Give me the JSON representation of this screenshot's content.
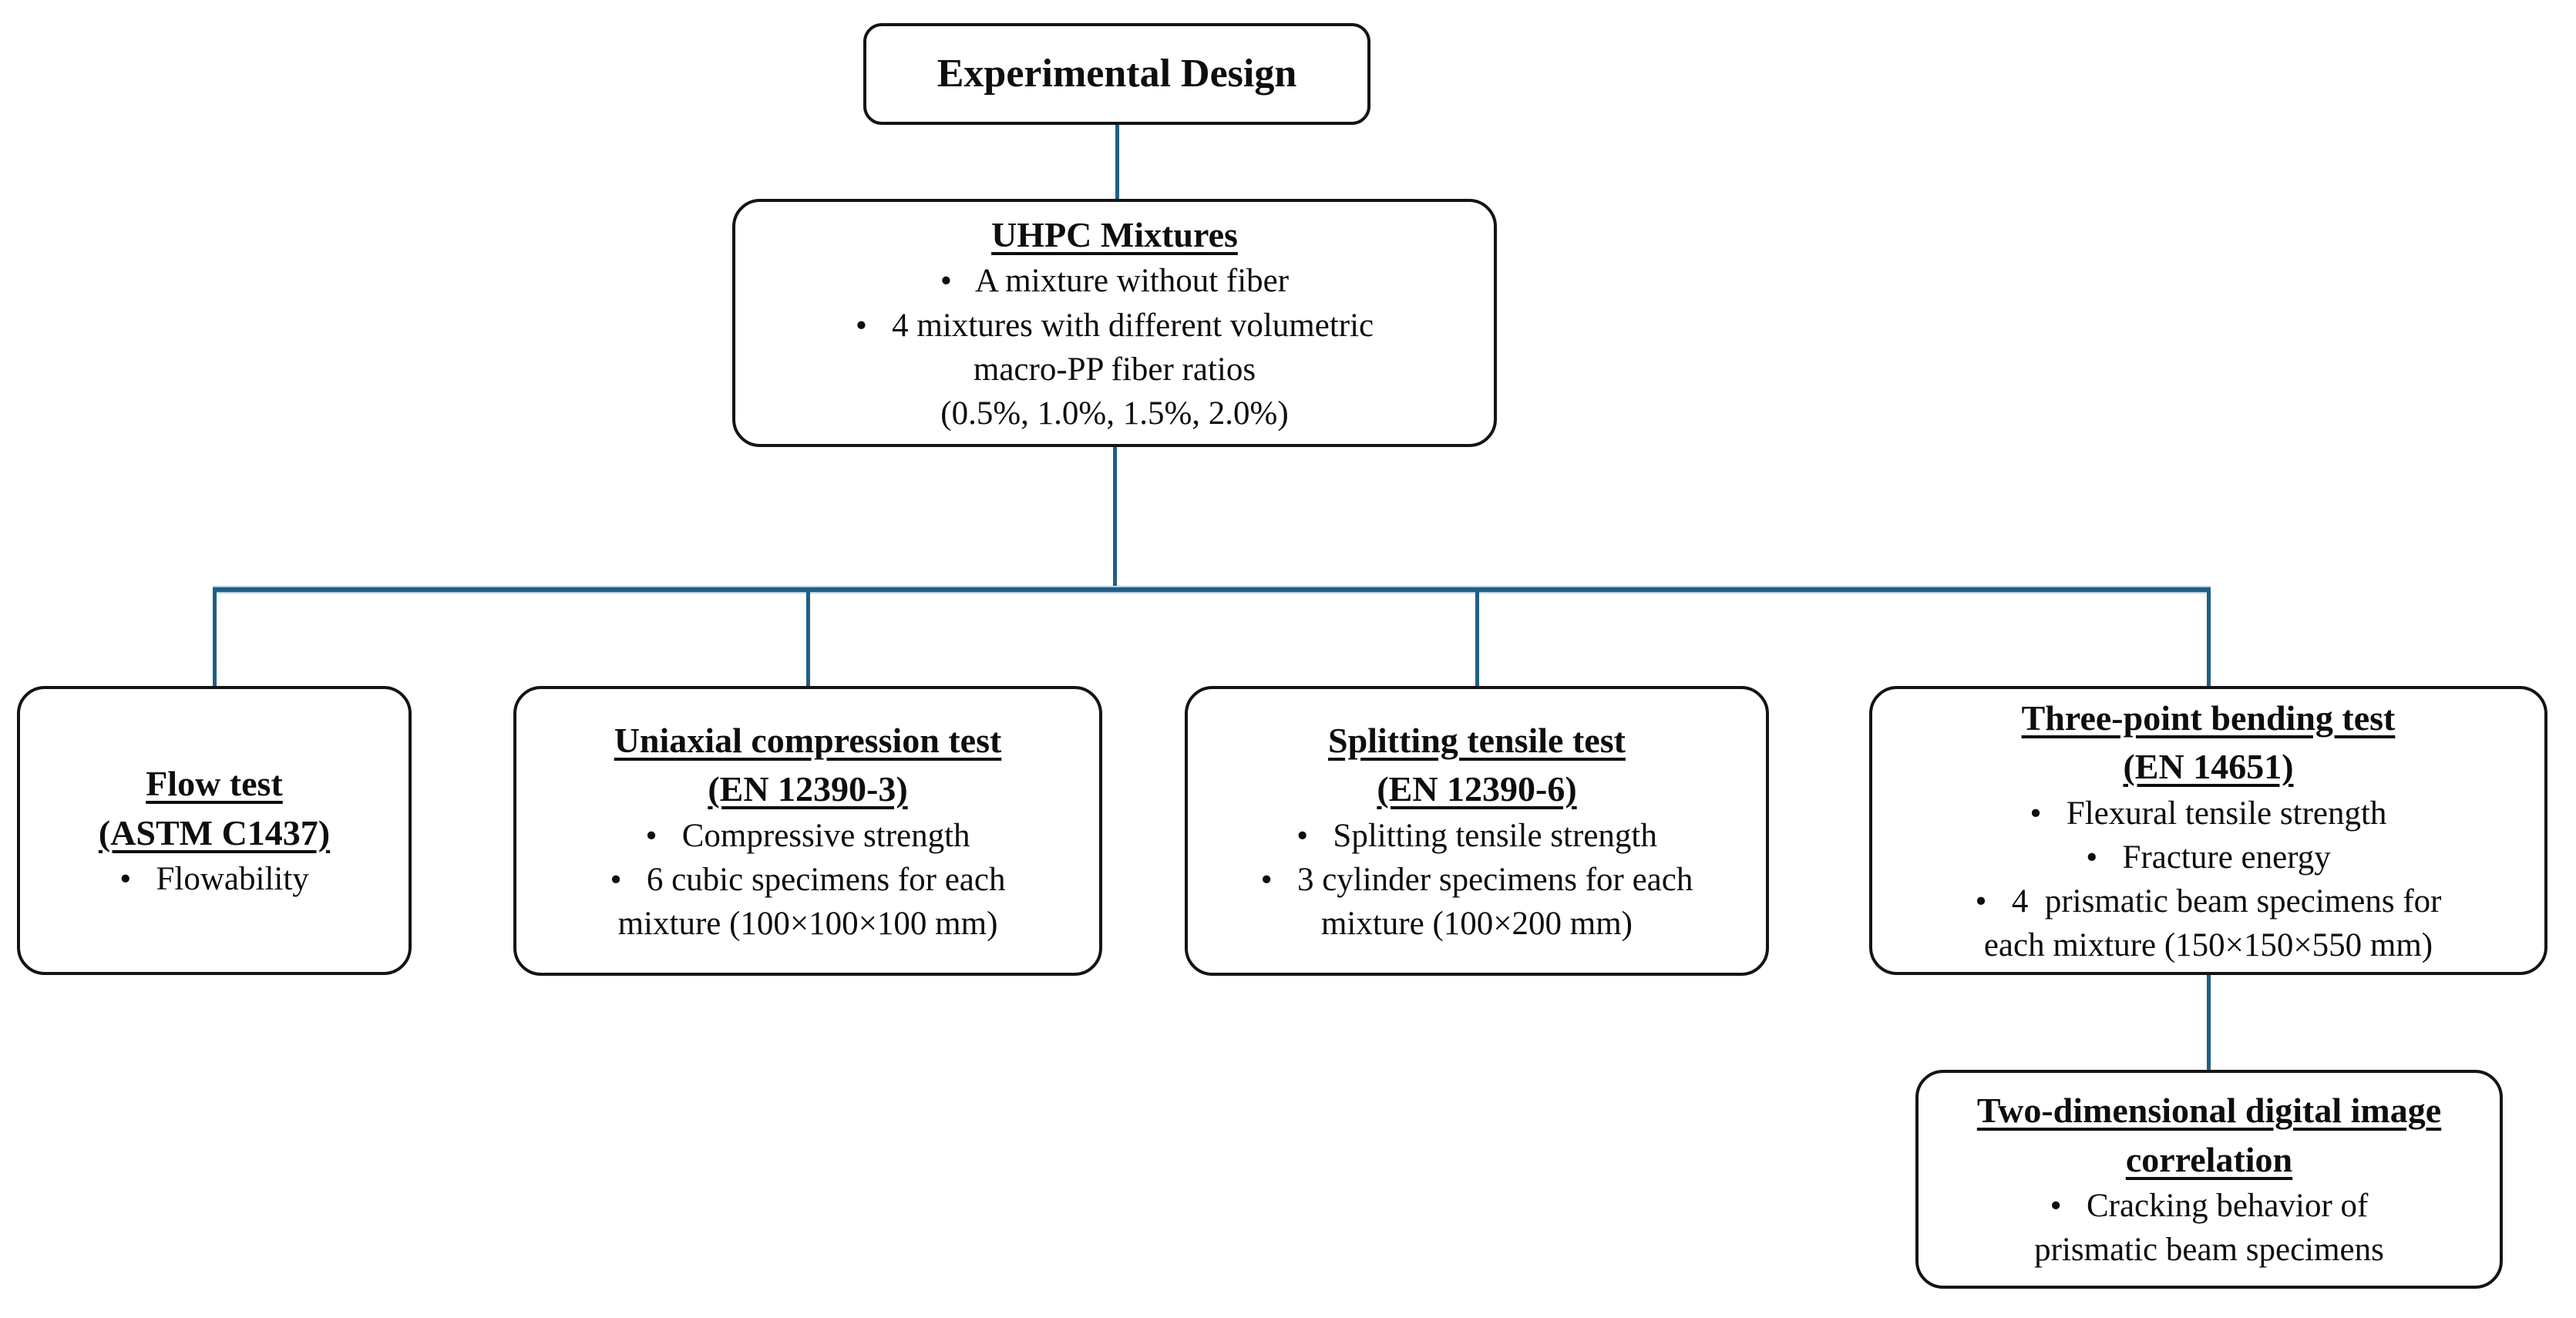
{
  "diagram": {
    "experimental_design": {
      "title": "Experimental Design"
    },
    "uhpc_mixtures": {
      "title_lines": [
        "UHPC Mixtures"
      ],
      "bullets": [
        "•   A mixture without fiber",
        "•   4 mixtures with different volumetric\nmacro-PP fiber ratios\n(0.5%, 1.0%, 1.5%, 2.0%)"
      ]
    },
    "flow_test": {
      "title_lines": [
        "Flow test",
        "(ASTM C1437)"
      ],
      "bullets": [
        "•   Flowability"
      ]
    },
    "uniaxial_compression_test": {
      "title_lines": [
        "Uniaxial compression test",
        "(EN 12390-3)"
      ],
      "bullets": [
        "•   Compressive strength",
        "•   6 cubic specimens for each\nmixture (100×100×100 mm)"
      ]
    },
    "splitting_tensile_test": {
      "title_lines": [
        "Splitting tensile test",
        "(EN 12390-6)"
      ],
      "bullets": [
        "•   Splitting tensile strength",
        "•   3 cylinder specimens for each\nmixture (100×200 mm)"
      ]
    },
    "three_point_bending_test": {
      "title_lines": [
        "Three-point bending test",
        "(EN 14651)"
      ],
      "bullets": [
        "•   Flexural tensile strength",
        "•   Fracture energy",
        "•   4  prismatic beam specimens for\neach mixture (150×150×550 mm)"
      ]
    },
    "digital_image_correlation": {
      "title_lines": [
        "Two-dimensional digital image",
        "correlation"
      ],
      "bullets": [
        "•   Cracking behavior of\nprismatic beam specimens"
      ]
    }
  },
  "colors": {
    "connector": "#1f5f87",
    "connector_halo": "#b7d2e3",
    "border": "#141414",
    "text": "#0e0e0e",
    "background": "#ffffff"
  }
}
